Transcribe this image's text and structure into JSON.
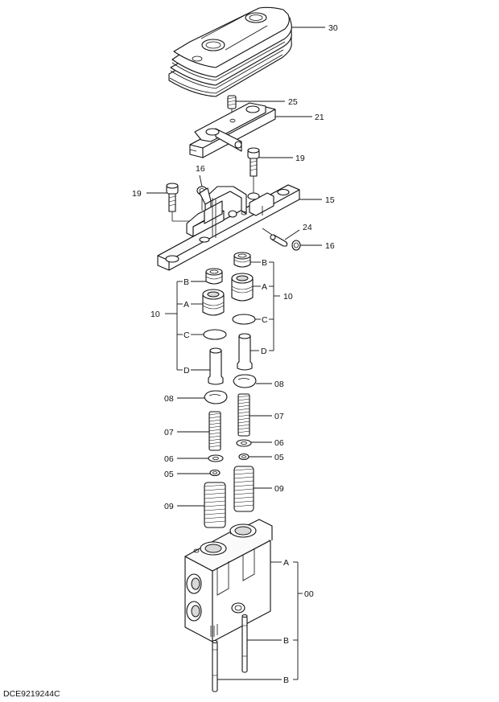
{
  "drawing_id": "DCE9219244C",
  "callouts": {
    "c30": "30",
    "c25": "25",
    "c21": "21",
    "c19a": "19",
    "c19b": "19",
    "c16a": "16",
    "c16b": "16",
    "c15": "15",
    "c24": "24",
    "c10a": "10",
    "c10b": "10",
    "c08a": "08",
    "c08b": "08",
    "c07a": "07",
    "c07b": "07",
    "c06a": "06",
    "c06b": "06",
    "c05a": "05",
    "c05b": "05",
    "c09a": "09",
    "c09b": "09",
    "c00": "00"
  },
  "letters": {
    "b_left": "B",
    "a_left": "A",
    "c_left": "C",
    "d_left": "D",
    "b_right": "B",
    "a_right": "A",
    "c_right": "C",
    "d_right": "D",
    "a_body": "A",
    "b_body1": "B",
    "b_body2": "B"
  }
}
